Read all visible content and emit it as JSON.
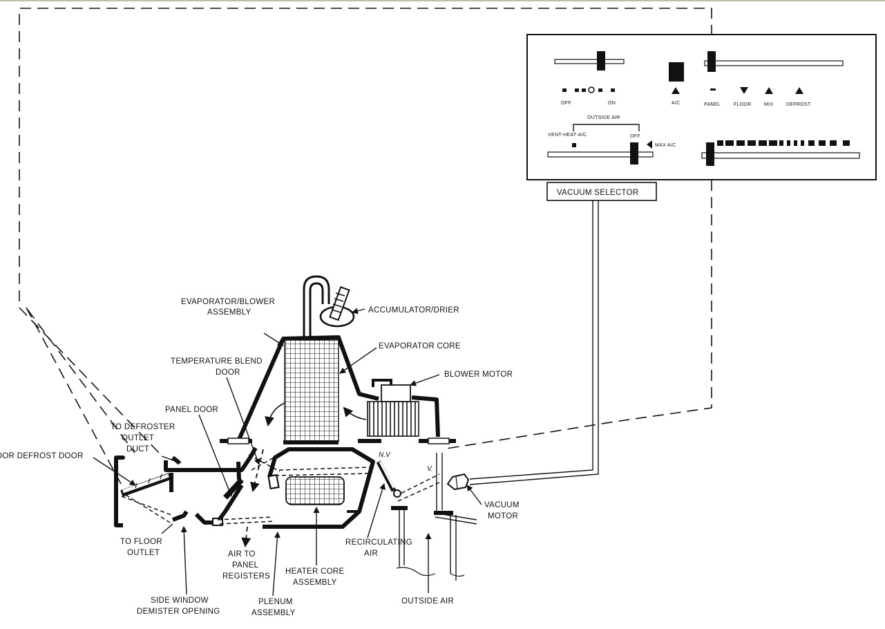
{
  "control_panel": {
    "vacuum_selector": "VACUUM SELECTOR",
    "fan_off": "OFF",
    "fan_on": "ON",
    "outside_air": "OUTSIDE AIR",
    "vent_heat_ac": "VENT-HEAT-A/C",
    "off": "OFF",
    "max_ac": "MAX A/C",
    "ac": "A/C",
    "panel": "PANEL",
    "floor": "FLOOR",
    "mix": "MIX",
    "defrost": "DEFROST"
  },
  "labels": {
    "evaporator_blower_1": "EVAPORATOR/BLOWER",
    "evaporator_blower_2": "ASSEMBLY",
    "accumulator": "ACCUMULATOR/DRIER",
    "evaporator_core": "EVAPORATOR CORE",
    "blower_motor": "BLOWER MOTOR",
    "temp_blend_1": "TEMPERATURE BLEND",
    "temp_blend_2": "DOOR",
    "panel_door": "PANEL DOOR",
    "to_defroster_1": "TO DEFROSTER",
    "to_defroster_2": "OUTLET",
    "to_defroster_3": "DUCT",
    "floor_defrost_door": "FLOOR DEFROST DOOR",
    "nv": "N.V",
    "v": "V.",
    "vacuum_motor_1": "VACUUM",
    "vacuum_motor_2": "MOTOR",
    "to_floor_1": "TO FLOOR",
    "to_floor_2": "OUTLET",
    "air_panel_1": "AIR TO",
    "air_panel_2": "PANEL",
    "air_panel_3": "REGISTERS",
    "heater_core_1": "HEATER CORE",
    "heater_core_2": "ASSEMBLY",
    "recirc_1": "RECIRCULATING",
    "recirc_2": "AIR",
    "side_window_1": "SIDE WINDOW",
    "side_window_2": "DEMISTER OPENING",
    "plenum_1": "PLENUM",
    "plenum_2": "ASSEMBLY",
    "outside_air": "OUTSIDE AIR"
  }
}
